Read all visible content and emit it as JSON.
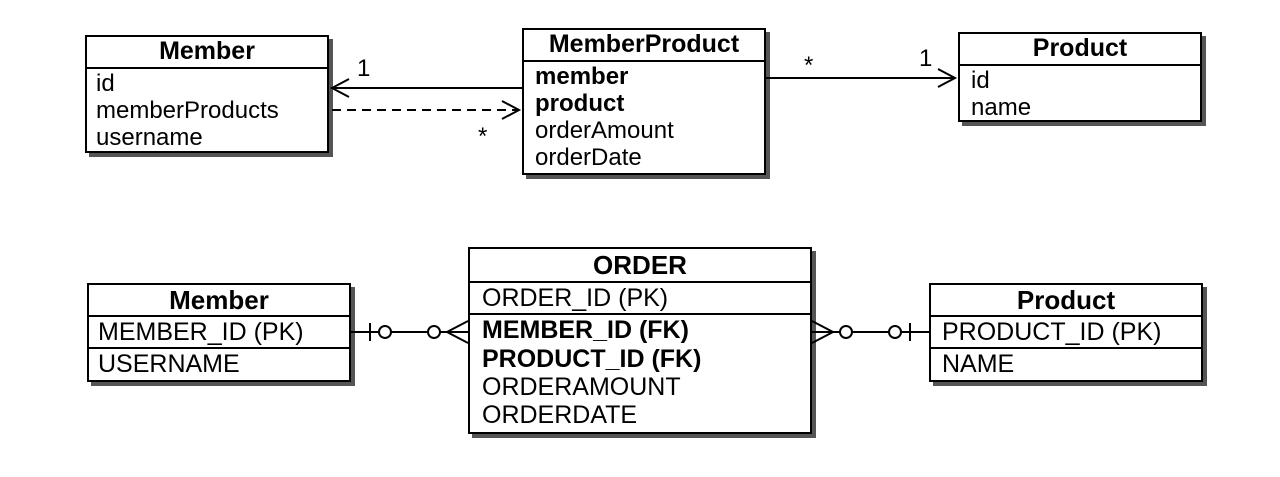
{
  "class_diagram": {
    "member": {
      "title": "Member",
      "fields": [
        "id",
        "memberProducts",
        "username"
      ]
    },
    "member_product": {
      "title": "MemberProduct",
      "fields": [
        {
          "text": "member",
          "bold": true
        },
        {
          "text": "product",
          "bold": true
        },
        {
          "text": "orderAmount",
          "bold": false
        },
        {
          "text": "orderDate",
          "bold": false
        }
      ]
    },
    "product": {
      "title": "Product",
      "fields": [
        "id",
        "name"
      ]
    },
    "multiplicities": {
      "member_side": "1",
      "member_products_side": "*",
      "product_from": "*",
      "product_to": "1"
    }
  },
  "er_diagram": {
    "member": {
      "title": "Member",
      "pk": "MEMBER_ID (PK)",
      "fields": [
        "USERNAME"
      ]
    },
    "order": {
      "title": "ORDER",
      "pk": "ORDER_ID (PK)",
      "fields": [
        {
          "text": "MEMBER_ID (FK)",
          "bold": true
        },
        {
          "text": "PRODUCT_ID (FK)",
          "bold": true
        },
        {
          "text": "ORDERAMOUNT",
          "bold": false
        },
        {
          "text": "ORDERDATE",
          "bold": false
        }
      ]
    },
    "product": {
      "title": "Product",
      "pk": "PRODUCT_ID (PK)",
      "fields": [
        "NAME"
      ]
    }
  }
}
